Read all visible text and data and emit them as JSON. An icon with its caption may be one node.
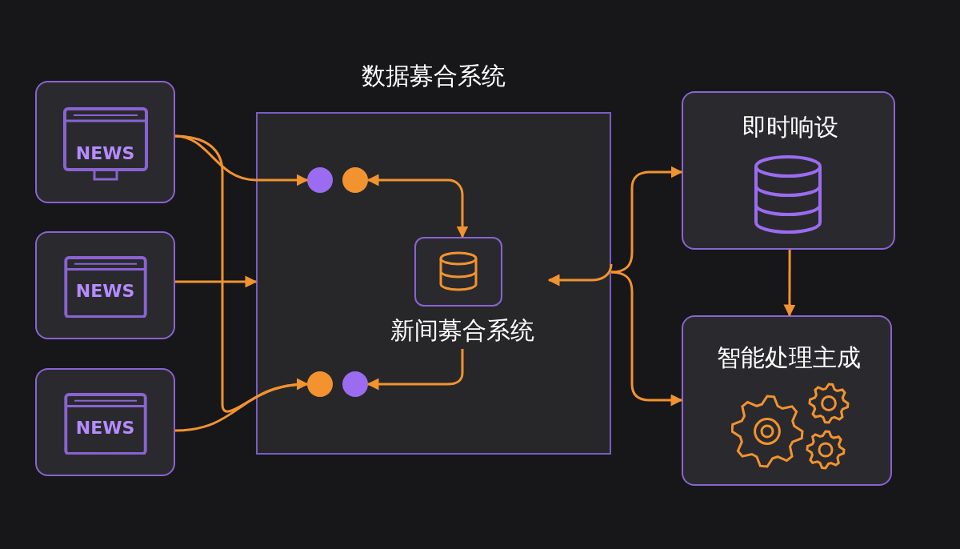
{
  "diagram": {
    "nodes": [
      {
        "text": [
          "数据募合系统"
        ]
      },
      {
        "text": [
          "NEWS"
        ]
      },
      {
        "text": [
          "NEWS"
        ]
      },
      {
        "text": [
          "NEWS"
        ]
      },
      {
        "text": [],
        "shape": "circle",
        "in": 0
      },
      {
        "text": [],
        "shape": "circle",
        "in": 0
      },
      {
        "text": [
          "新间募合系统"
        ],
        "in": 0
      },
      {
        "text": [],
        "shape": "circle",
        "in": 0
      },
      {
        "text": [],
        "shape": "circle",
        "in": 0
      },
      {
        "text": [
          "即时响设"
        ]
      },
      {
        "text": [
          "智能处理主成"
        ]
      }
    ],
    "edges": [
      {
        "from": 1,
        "to": 4,
        "arrow": "to"
      },
      {
        "from": 2,
        "to": 0,
        "arrow": "to"
      },
      {
        "from": 3,
        "to": 7,
        "arrow": "to"
      },
      {
        "from": 5,
        "to": 6,
        "arrow": "both"
      },
      {
        "from": 6,
        "to": 8,
        "arrow": "to"
      },
      {
        "from": 0,
        "to": 6,
        "arrow": "to"
      },
      {
        "from": 0,
        "to": 9,
        "arrow": "to"
      },
      {
        "from": 0,
        "to": 10,
        "arrow": "to"
      },
      {
        "from": 9,
        "to": 10,
        "arrow": "to"
      },
      {
        "from": 1,
        "to": 7,
        "arrow": "to"
      }
    ]
  }
}
